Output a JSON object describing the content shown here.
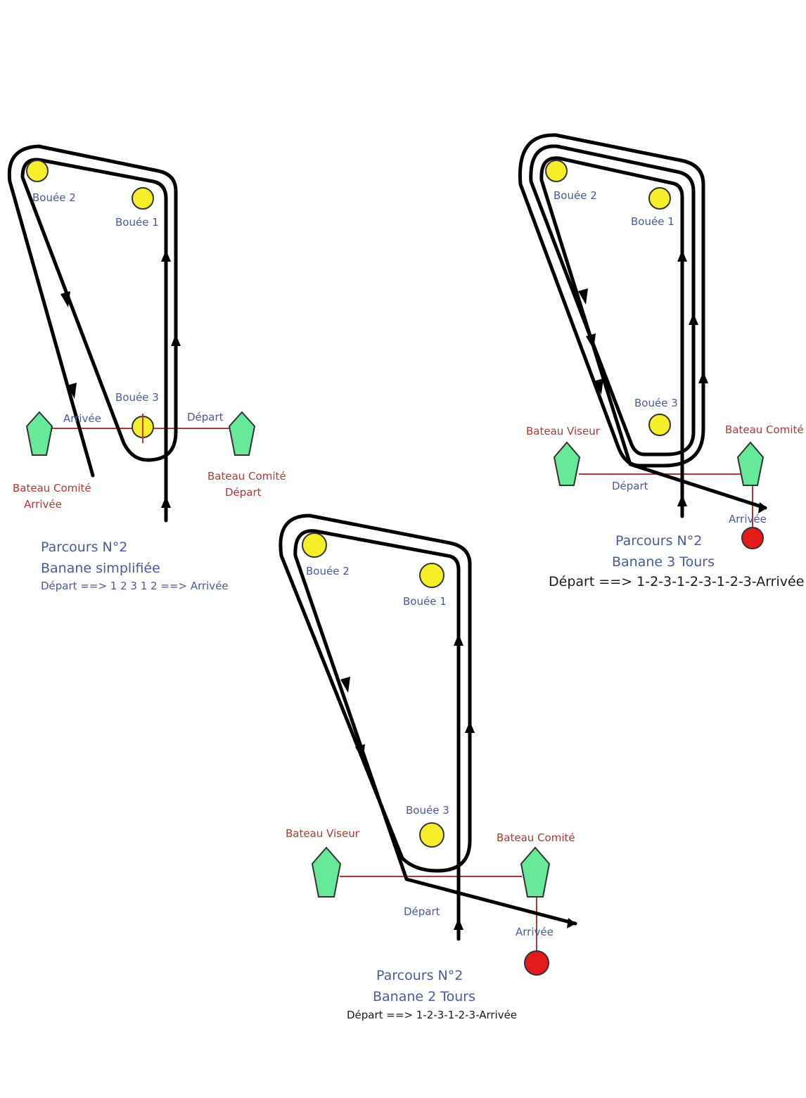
{
  "colors": {
    "buoy": "#f7ee2a",
    "boat": "#66ea9a",
    "finish_mark": "#e51b1b",
    "track": "#000000",
    "line": "#b03838",
    "label_blue": "#4a5a9c",
    "label_red": "#b03838"
  },
  "courses": {
    "simplifiee": {
      "bouee1": "Bouée 1",
      "bouee2": "Bouée 2",
      "bouee3": "Bouée 3",
      "arrivee": "Arrivée",
      "depart": "Départ",
      "comite_arrivee_l1": "Bateau Comité",
      "comite_arrivee_l2": "Arrivée",
      "comite_depart_l1": "Bateau Comité",
      "comite_depart_l2": "Départ",
      "title1": "Parcours N°2",
      "title2": "Banane simplifiée",
      "sequence": "Départ ==> 1 2 3 1 2 ==> Arrivée"
    },
    "trois_tours": {
      "bouee1": "Bouée 1",
      "bouee2": "Bouée 2",
      "bouee3": "Bouée 3",
      "viseur": "Bateau Viseur",
      "comite": "Bateau Comité",
      "depart": "Départ",
      "arrivee": "Arrivée",
      "title1": "Parcours N°2",
      "title2": "Banane 3 Tours",
      "sequence": "Départ ==> 1-2-3-1-2-3-1-2-3-Arrivée"
    },
    "deux_tours": {
      "bouee1": "Bouée 1",
      "bouee2": "Bouée 2",
      "bouee3": "Bouée 3",
      "viseur": "Bateau Viseur",
      "comite": "Bateau Comité",
      "depart": "Départ",
      "arrivee": "Arrivée",
      "title1": "Parcours N°2",
      "title2": "Banane 2 Tours",
      "sequence": "Départ ==> 1-2-3-1-2-3-Arrivée"
    }
  }
}
